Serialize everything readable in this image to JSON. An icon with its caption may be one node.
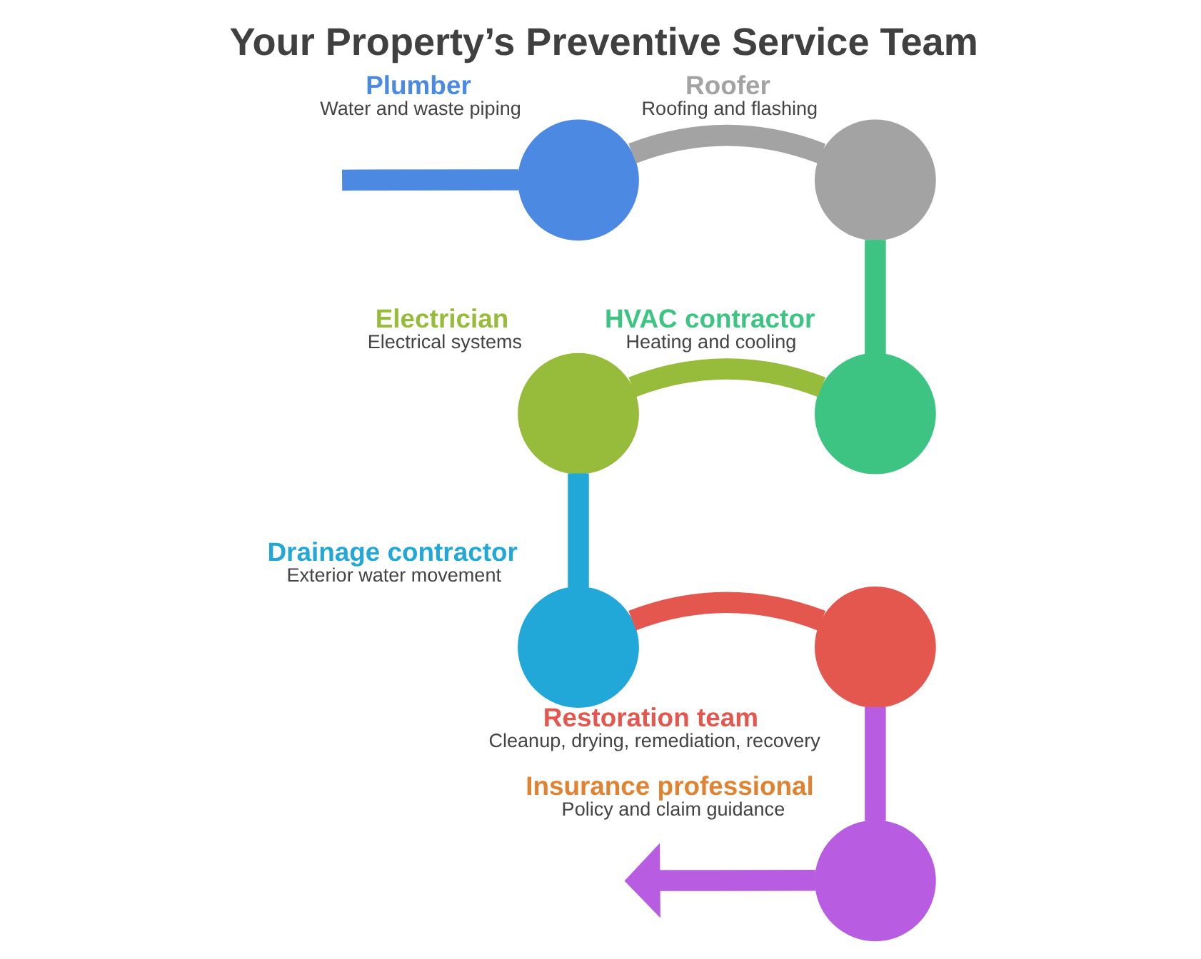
{
  "diagram": {
    "title": "Your Property’s Preventive Service Team",
    "nodes": [
      {
        "text": [
          "Plumber",
          "Water and waste piping"
        ]
      },
      {
        "text": [
          "Roofer",
          "Roofing and flashing"
        ]
      },
      {
        "text": [
          "Electrician",
          "Electrical systems"
        ]
      },
      {
        "text": [
          "HVAC contractor",
          "Heating and cooling"
        ]
      },
      {
        "text": [
          "Drainage contractor",
          "Exterior water movement"
        ]
      },
      {
        "text": [
          "Restoration team",
          "Cleanup, drying, remediation, recovery"
        ]
      },
      {
        "text": [
          "Insurance professional",
          "Policy and claim guidance"
        ]
      }
    ],
    "edges": [
      {
        "from": null,
        "to": 0,
        "arrow": "none",
        "color": "#4b89e3"
      },
      {
        "from": 0,
        "to": 1,
        "arrow": "none",
        "color": "#a3a3a3"
      },
      {
        "from": 1,
        "to": 3,
        "arrow": "none",
        "color": "#3dc483"
      },
      {
        "from": 3,
        "to": 2,
        "arrow": "none",
        "color": "#97bb3a"
      },
      {
        "from": 2,
        "to": 4,
        "arrow": "none",
        "color": "#22a8d8"
      },
      {
        "from": 4,
        "to": 5,
        "arrow": "none",
        "color": "#e4574f"
      },
      {
        "from": 5,
        "to": 6,
        "arrow": "none",
        "color": "#b85ce2"
      },
      {
        "from": 6,
        "to": null,
        "arrow": "to",
        "color": "#b85ce2"
      }
    ]
  }
}
